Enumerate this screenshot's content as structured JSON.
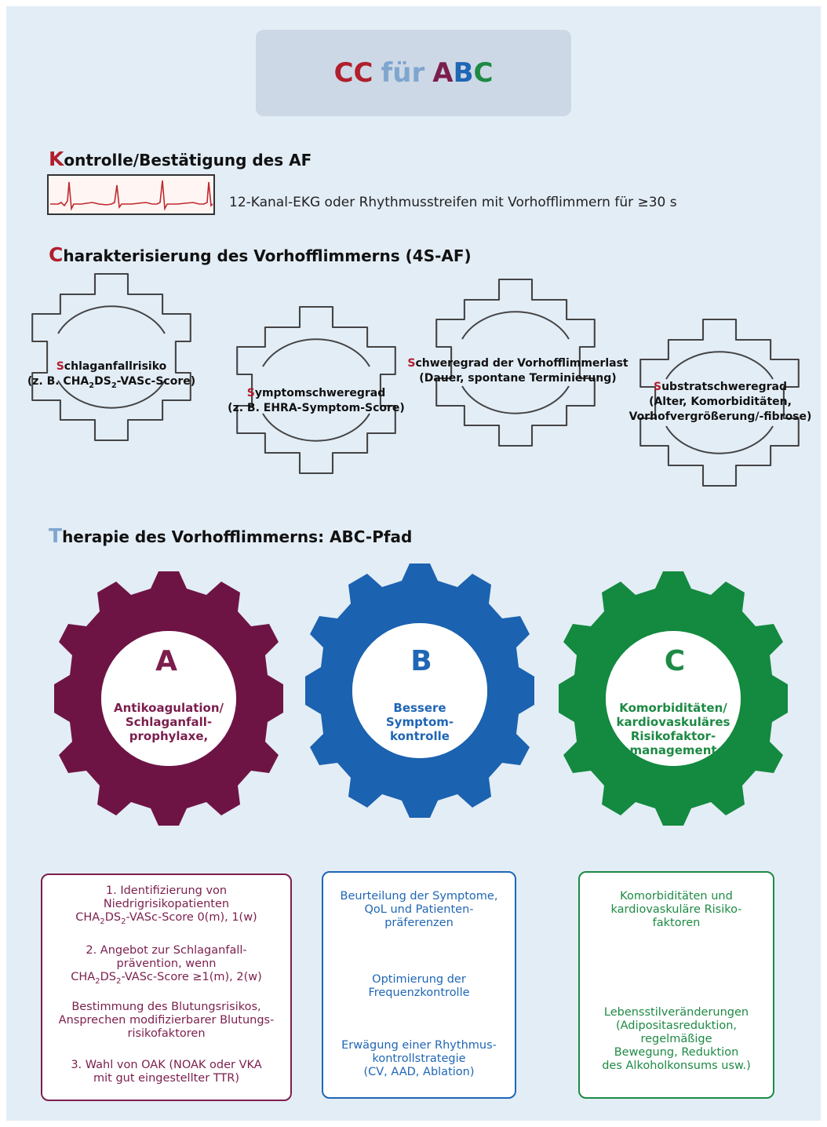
{
  "title": {
    "part1": "CC",
    "part2": "für",
    "part3a": "A",
    "part3b": "B",
    "part3c": "C"
  },
  "colors": {
    "red": "#b01f2e",
    "lightblue": "#7fa6cf",
    "purple": "#7b1e4d",
    "blue": "#1f66b5",
    "green": "#1d8a44"
  },
  "section_k": {
    "initial": "K",
    "rest": "ontrolle/Bestätigung des AF",
    "ekg_text": "12-Kanal-EKG oder Rhythmusstreifen mit Vorhofflimmern für ≥30 s"
  },
  "section_c": {
    "initial": "C",
    "rest": "harakterisierung des Vorhofflimmerns (4S-AF)"
  },
  "gears_4s": [
    {
      "initial": "S",
      "line1_rest": "chlaganfallrisiko",
      "line2a": "(z. B. CHA",
      "sub1": "2",
      "line2b": "DS",
      "sub2": "2",
      "line2c": "-VASc-Score)"
    },
    {
      "initial": "S",
      "line1_rest": "ymptomschweregrad",
      "line2": "(z. B. EHRA-Symptom-Score)"
    },
    {
      "initial": "S",
      "line1_rest": "chweregrad der Vorhofflimmerlast",
      "line2": "(Dauer, spontane Terminierung)"
    },
    {
      "initial": "S",
      "line1_rest": "ubstratschweregrad",
      "line2": "(Alter, Komorbiditäten,",
      "line3": "Vorhofvergrößerung/-fibrose)"
    }
  ],
  "section_t": {
    "initial": "T",
    "rest": "herapie des Vorhofflimmerns: ABC-Pfad"
  },
  "abc": [
    {
      "letter": "A",
      "lines": [
        "Antikoagulation/",
        "Schlaganfall-",
        "prophylaxe,"
      ]
    },
    {
      "letter": "B",
      "lines": [
        "Bessere",
        "Symptom-",
        "kontrolle"
      ]
    },
    {
      "letter": "C",
      "lines": [
        "Komorbiditäten/",
        "kardiovaskuläres",
        "Risikofaktor-",
        "management"
      ]
    }
  ],
  "box_a": {
    "p1_l1": "1. Identifizierung von",
    "p1_l2": "Niedrigrisikopatienten",
    "p1_l3a": "CHA",
    "p1_l3s1": "2",
    "p1_l3b": "DS",
    "p1_l3s2": "2",
    "p1_l3c": "-VASc-Score 0(m), 1(w)",
    "p2_l1": "2. Angebot zur Schlaganfall-",
    "p2_l2": "prävention, wenn",
    "p2_l3a": "CHA",
    "p2_l3s1": "2",
    "p2_l3b": "DS",
    "p2_l3s2": "2",
    "p2_l3c": "-VASc-Score ≥1(m), 2(w)",
    "p3_l1": "Bestimmung des Blutungsrisikos,",
    "p3_l2": "Ansprechen modifizierbarer Blutungs-",
    "p3_l3": "risikofaktoren",
    "p4_l1": "3. Wahl von OAK (NOAK oder VKA",
    "p4_l2": "mit gut eingestellter TTR)"
  },
  "box_b": {
    "p1": [
      "Beurteilung der Symptome,",
      "QoL und Patienten-",
      "präferenzen"
    ],
    "p2": [
      "Optimierung der",
      "Frequenzkontrolle"
    ],
    "p3": [
      "Erwägung einer Rhythmus-",
      "kontrollstrategie",
      "(CV, AAD, Ablation)"
    ]
  },
  "box_c": {
    "p1": [
      "Komorbiditäten und",
      "kardiovaskuläre Risiko-",
      "faktoren"
    ],
    "p2": [
      "Lebensstilveränderungen",
      "(Adipositasreduktion,",
      "regelmäßige",
      "Bewegung, Reduktion",
      "des Alkoholkonsums usw.)"
    ]
  }
}
